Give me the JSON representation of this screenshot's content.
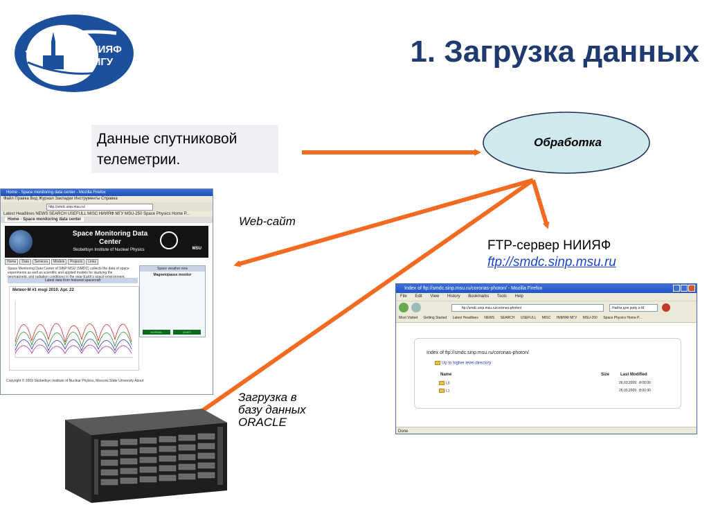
{
  "title": "1. Загрузка данных",
  "logo": {
    "text_line1": "НИИЯФ",
    "text_line2": "МГУ"
  },
  "telemetry": {
    "line1": "Данные спутниковой",
    "line2": "телеметрии."
  },
  "processing": {
    "label": "Обработка",
    "fill": "#cfe9ec"
  },
  "web_label": "Web-сайт",
  "ftp_label": {
    "line1": "FTP-сервер НИИЯФ",
    "link": "ftp://smdc.sinp.msu.ru"
  },
  "oracle_label": {
    "line1": "Загрузка в",
    "line2": "базу данных",
    "line3": "ORACLE"
  },
  "arrow_color": "#f26b21",
  "web_screenshot": {
    "title": "Home - Space monitoring data center - Mozilla Firefox",
    "menu": "Файл  Правка  Вид  Журнал  Закладки  Инструменты  Справка",
    "url": "http://smdc.sinp.msu.ru/",
    "bookmarks": "Latest Headlines  NEWS  SEARCH  USEFULL  MISC  НИИЯФ МГУ  MSU-250  Space Physics Home P...",
    "tab": "Home - Space monitoring data center",
    "banner_title": "Space Monitoring Data Center",
    "banner_subtitle": "Skobeltsyn Institute of Nuclear Physics",
    "banner_msu": "MSU",
    "nav": [
      "Home",
      "Data",
      "Services",
      "Models",
      "Projects",
      "Links"
    ],
    "intro": "Space Monitoring Data Center of SINP MSU (SMDC) collects the data of space experiments as well as scientific and applied models for studying the geomagnetic and radiation conditions in the near-Earth's space environment. More...",
    "latest": "Latest data from featured spacecraft",
    "chart_caption": "Meteor-M #1 msgi 2010. Apr. 22",
    "side_header": "Space weather now",
    "side_sub": "Magnetopause monitor",
    "side_green1": "NORMAL",
    "side_green2": "QUIET",
    "footer": "Copyright © 2009 Skobeltsyn Institute of Nuclear Physics, Moscow State University  About"
  },
  "ftp_screenshot": {
    "title": "Index of ftp://smdc.sinp.msu.ru/coronas-photon/ - Mozilla Firefox",
    "menu": [
      "File",
      "Edit",
      "View",
      "History",
      "Bookmarks",
      "Tools",
      "Help"
    ],
    "url": "ftp://smdc.sinp.msu.ru/coronas-photon/",
    "search": "Найти для putty и M",
    "bookmarks": [
      "Most Visited",
      "Getting Started",
      "Latest Headlines",
      "NEWS",
      "SEARCH",
      "USEFULL",
      "MISC",
      "НИИЯФ МГУ",
      "MSU-250",
      "Space Physics Home P..."
    ],
    "heading": "Index of ftp://smdc.sinp.msu.ru/coronas-photon/",
    "up_link": "Up to higher level directory",
    "columns": {
      "name": "Name",
      "size": "Size",
      "modified": "Last Modified"
    },
    "rows": [
      {
        "name": "L0",
        "date": "26.03.2009",
        "time": "8:00:00"
      },
      {
        "name": "L1",
        "date": "26.03.2009",
        "time": "8:01:00"
      }
    ],
    "status": "Done"
  }
}
